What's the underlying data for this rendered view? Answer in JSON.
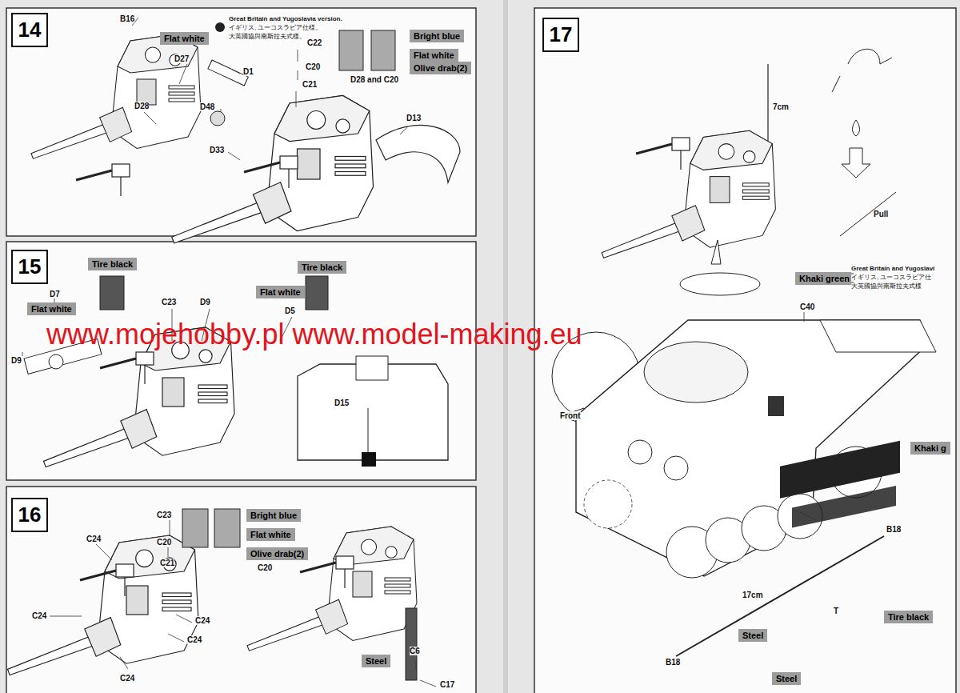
{
  "diagram": {
    "nodes": [
      {
        "text": [
          "14"
        ]
      },
      {
        "text": [
          "Flat white"
        ]
      },
      {
        "text": [
          "Bright blue"
        ]
      },
      {
        "text": [
          "Flat white"
        ]
      },
      {
        "text": [
          "Olive drab(2)"
        ]
      },
      {
        "text": [
          "15"
        ]
      },
      {
        "text": [
          "Tire black"
        ]
      },
      {
        "text": [
          "Flat white"
        ]
      },
      {
        "text": [
          "Tire black"
        ]
      },
      {
        "text": [
          "Flat white"
        ]
      },
      {
        "text": [
          "16"
        ]
      },
      {
        "text": [
          "Bright blue"
        ]
      },
      {
        "text": [
          "Flat white"
        ]
      },
      {
        "text": [
          "Olive drab(2)"
        ]
      },
      {
        "text": [
          "Steel"
        ]
      },
      {
        "text": [
          "17"
        ]
      },
      {
        "text": [
          "Khaki green"
        ]
      },
      {
        "text": [
          "Khaki g"
        ]
      },
      {
        "text": [
          "Tire black"
        ]
      },
      {
        "text": [
          "Steel"
        ]
      },
      {
        "text": [
          "Steel"
        ]
      }
    ],
    "labels": [
      "B16",
      "Great Britain and Yugoslavia version.",
      "イギリス, ユーコスラビア仕様。",
      "大英國協與南斯拉夫式樣。",
      "D27",
      "D1",
      "D28",
      "C22",
      "C20",
      "C21",
      "D28 and C20",
      "D48",
      "D33",
      "D13",
      "D7",
      "D9",
      "C23",
      "D9",
      "D5",
      "D15",
      "C23",
      "C24",
      "C20",
      "C21",
      "C24",
      "C24",
      "C24",
      "C24",
      "C20",
      "C6",
      "C17",
      "7cm",
      "Pull",
      "Great Britain and Yugoslavi",
      "イギリス, ユーコスラビア仕",
      "大英國協與南斯拉夫式樣",
      "C40",
      "Front",
      "B18",
      "17cm",
      "B18",
      "T",
      "www.mojehobby.pl www.model-making.eu"
    ]
  }
}
